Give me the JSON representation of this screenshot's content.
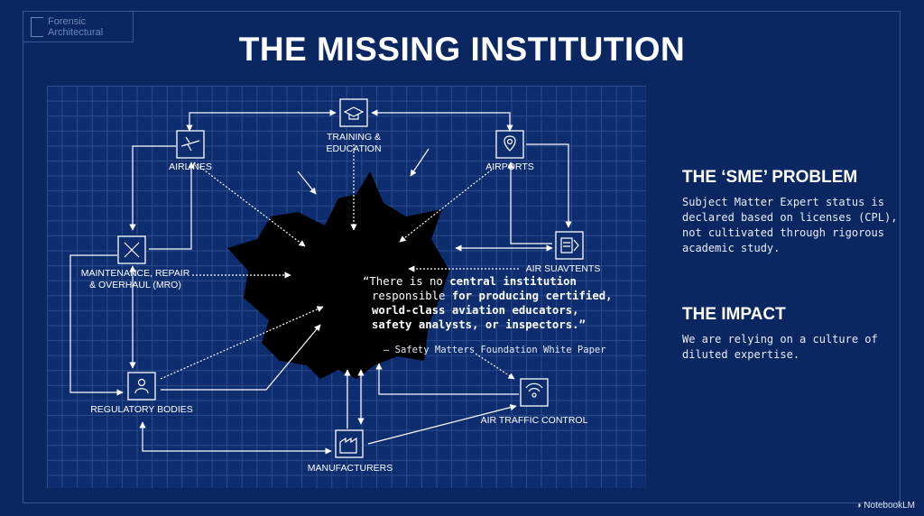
{
  "logo": {
    "line1": "Forensic",
    "line2": "Architectural"
  },
  "title": "THE MISSING INSTITUTION",
  "nodes": {
    "training": "TRAINING &",
    "training2": "EDUCATION",
    "airlines": "AIRLINES",
    "airports": "AIRPORTS",
    "mro": "MAINTENANCE, REPAIR",
    "mro2": "& OVERHAUL (MRO)",
    "air_students": "AIR SUAVTENTS",
    "regulatory": "REGULATORY BODIES",
    "atc": "AIR TRAFFIC CONTROL",
    "manufacturers": "MANUFACTURERS"
  },
  "icons": {
    "training": "graduation-cap-icon",
    "airlines": "airplane-icon",
    "airports": "location-pin-icon",
    "mro": "tools-icon",
    "air_students": "document-icon",
    "regulatory": "person-badge-icon",
    "atc": "radar-icon",
    "manufacturers": "factory-icon"
  },
  "quote": {
    "l1_a": "“There is no ",
    "l1_b": "central institution",
    "l2_a": "responsible ",
    "l2_b": "for producing certified,",
    "l3": "world-class aviation educators,",
    "l4": "safety analysts, or inspectors.”",
    "cite": "— Safety Matters Foundation White Paper"
  },
  "sme": {
    "heading": "THE ‘SME’ PROBLEM",
    "body": "Subject Matter Expert status is declared based on licenses (CPL), not cultivated through rigorous academic study."
  },
  "impact": {
    "heading": "THE IMPACT",
    "body": "We are relying on a culture of diluted expertise."
  },
  "branding": "NotebookLM",
  "colors": {
    "background": "#0b2761",
    "grid": "#2c4b8e",
    "void": "#000000"
  }
}
